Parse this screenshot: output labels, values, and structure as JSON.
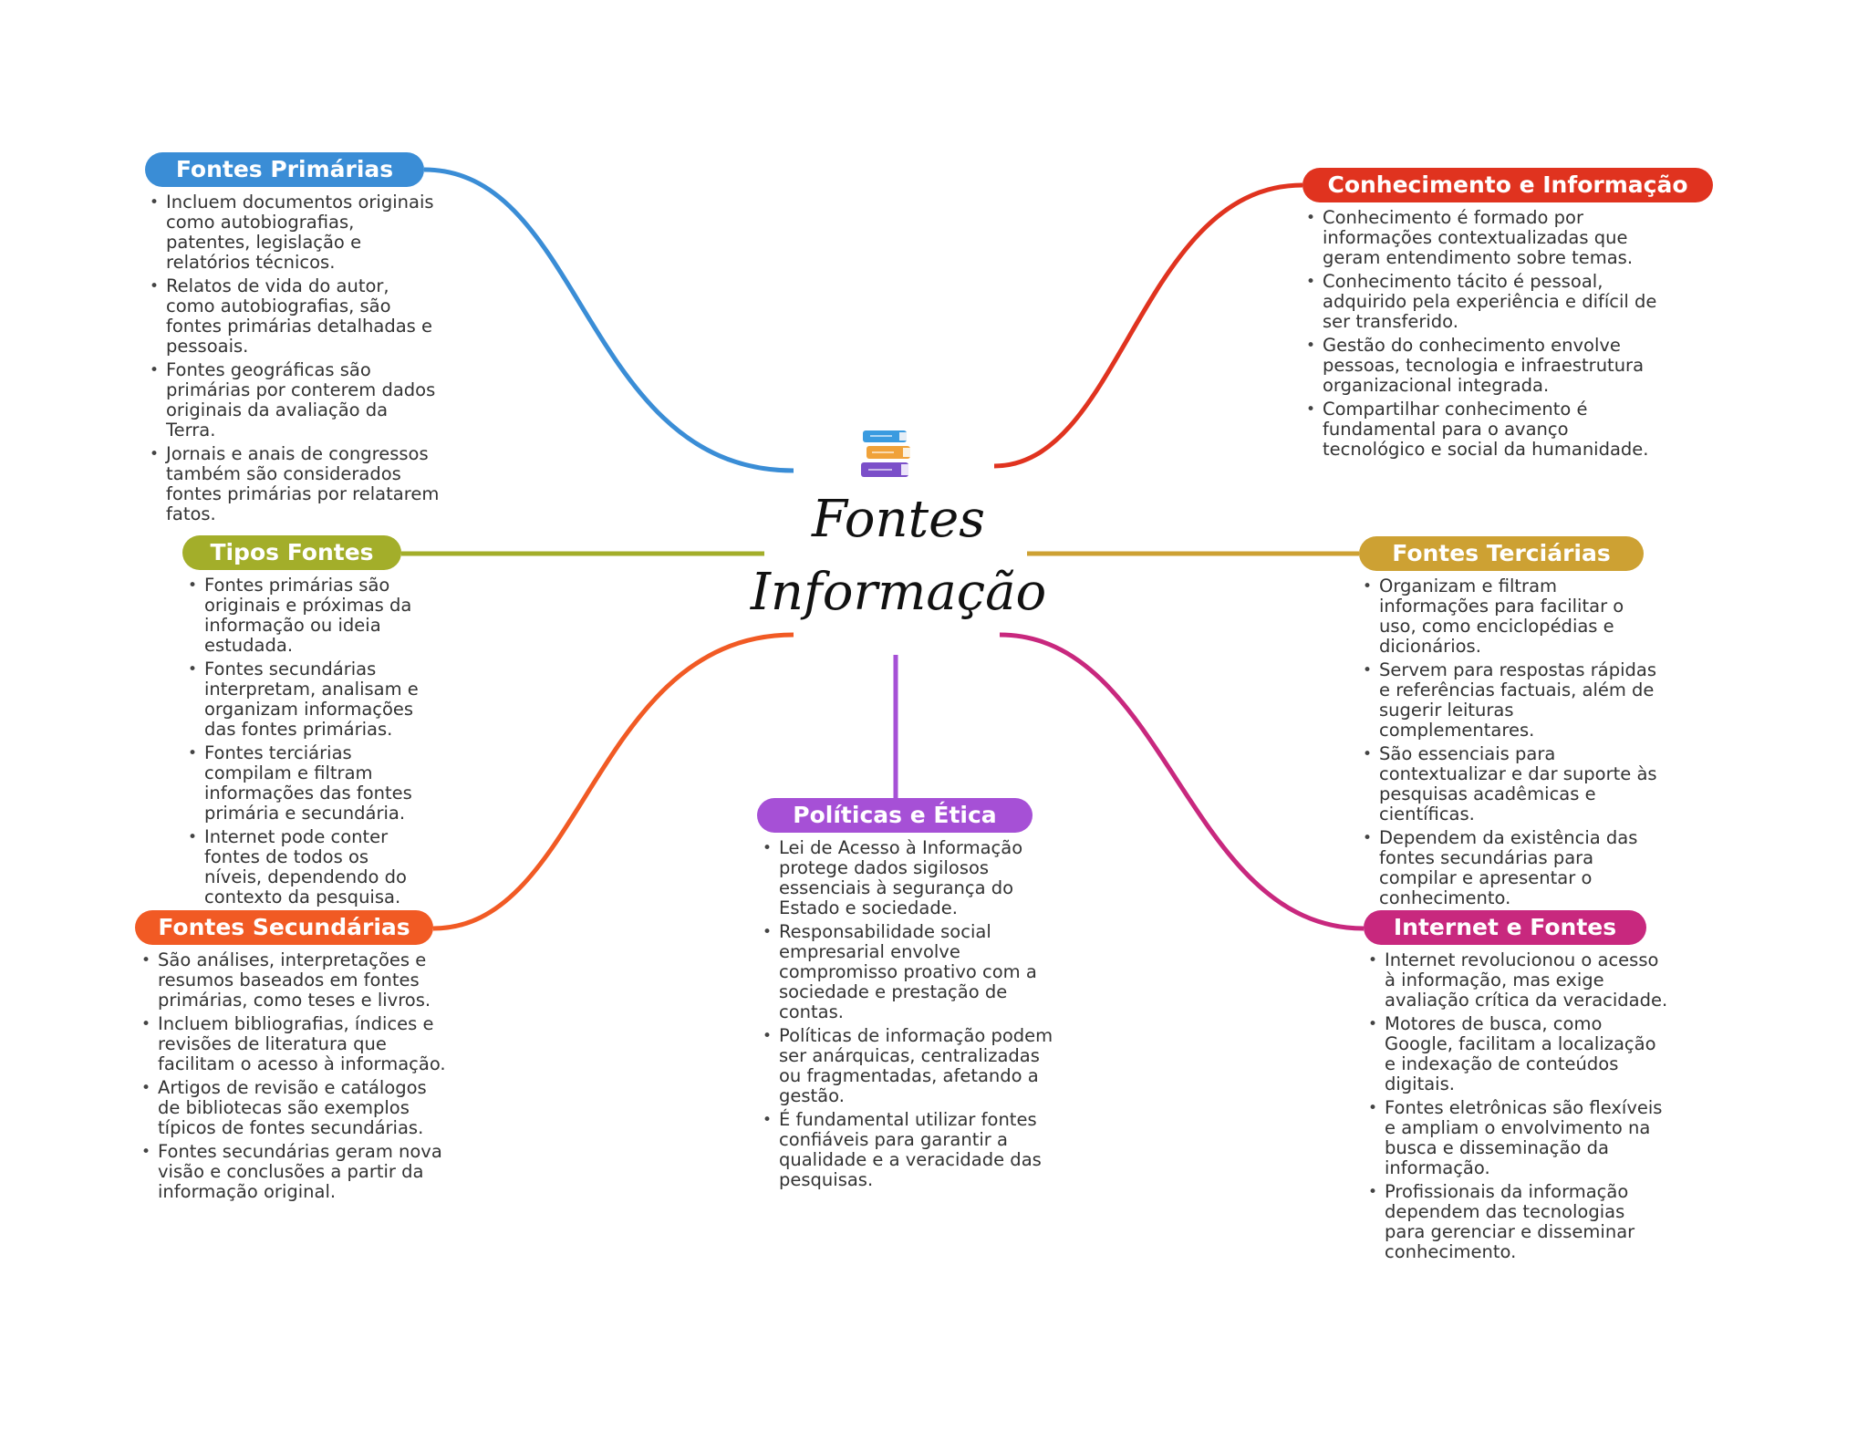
{
  "center": {
    "line1": "Fontes",
    "line2": "Informação",
    "icon": "books-icon"
  },
  "colors": {
    "blue": "#3a8dd6",
    "olive": "#a3ae2a",
    "orange": "#f15a24",
    "purple": "#a650d6",
    "red": "#e0331f",
    "gold": "#cda133",
    "magenta": "#c8287e"
  },
  "branches": [
    {
      "id": "fontes-primarias",
      "title": "Fontes Primárias",
      "color": "#3a8dd6",
      "items": [
        "Incluem documentos originais como autobiografias, patentes, legislação e relatórios técnicos.",
        "Relatos de vida do autor, como autobiografias, são fontes primárias detalhadas e pessoais.",
        "Fontes geográficas são primárias por conterem dados originais da avaliação da Terra.",
        "Jornais e anais de congressos também são considerados fontes primárias por relatarem fatos."
      ]
    },
    {
      "id": "tipos-fontes",
      "title": "Tipos Fontes",
      "color": "#a3ae2a",
      "items": [
        "Fontes primárias são originais e próximas da informação ou ideia estudada.",
        "Fontes secundárias interpretam, analisam e organizam informações das fontes primárias.",
        "Fontes terciárias compilam e filtram informações das fontes primária e secundária.",
        "Internet pode conter fontes de todos os níveis, dependendo do contexto da pesquisa."
      ]
    },
    {
      "id": "fontes-secundarias",
      "title": "Fontes Secundárias",
      "color": "#f15a24",
      "items": [
        "São análises, interpretações e resumos baseados em fontes primárias, como teses e livros.",
        "Incluem bibliografias, índices e revisões de literatura que facilitam o acesso à informação.",
        "Artigos de revisão e catálogos de bibliotecas são exemplos típicos de fontes secundárias.",
        "Fontes secundárias geram nova visão e conclusões a partir da informação original."
      ]
    },
    {
      "id": "politicas-etica",
      "title": "Políticas e Ética",
      "color": "#a650d6",
      "items": [
        "Lei de Acesso à Informação protege dados sigilosos essenciais à segurança do Estado e sociedade.",
        "Responsabilidade social empresarial envolve compromisso proativo com a sociedade e prestação de contas.",
        "Políticas de informação podem ser anárquicas, centralizadas ou fragmentadas, afetando a gestão.",
        "É fundamental utilizar fontes confiáveis para garantir a qualidade e a veracidade das pesquisas."
      ]
    },
    {
      "id": "conhecimento-informacao",
      "title": "Conhecimento e Informação",
      "color": "#e0331f",
      "items": [
        "Conhecimento é formado por informações contextualizadas que geram entendimento sobre temas.",
        "Conhecimento tácito é pessoal, adquirido pela experiência e difícil de ser transferido.",
        "Gestão do conhecimento envolve pessoas, tecnologia e infraestrutura organizacional integrada.",
        "Compartilhar conhecimento é fundamental para o avanço tecnológico e social da humanidade."
      ]
    },
    {
      "id": "fontes-terciarias",
      "title": "Fontes Terciárias",
      "color": "#cda133",
      "items": [
        "Organizam e filtram informações para facilitar o uso, como enciclopédias e dicionários.",
        "Servem para respostas rápidas e referências factuais, além de sugerir leituras complementares.",
        "São essenciais para contextualizar e dar suporte às pesquisas acadêmicas e científicas.",
        "Dependem da existência das fontes secundárias para compilar e apresentar o conhecimento."
      ]
    },
    {
      "id": "internet-fontes",
      "title": "Internet e Fontes",
      "color": "#c8287e",
      "items": [
        "Internet revolucionou o acesso à informação, mas exige avaliação crítica da veracidade.",
        "Motores de busca, como Google, facilitam a localização e indexação de conteúdos digitais.",
        "Fontes eletrônicas são flexíveis e ampliam o envolvimento na busca e disseminação da informação.",
        "Profissionais da informação dependem das tecnologias para gerenciar e disseminar conhecimento."
      ]
    }
  ]
}
